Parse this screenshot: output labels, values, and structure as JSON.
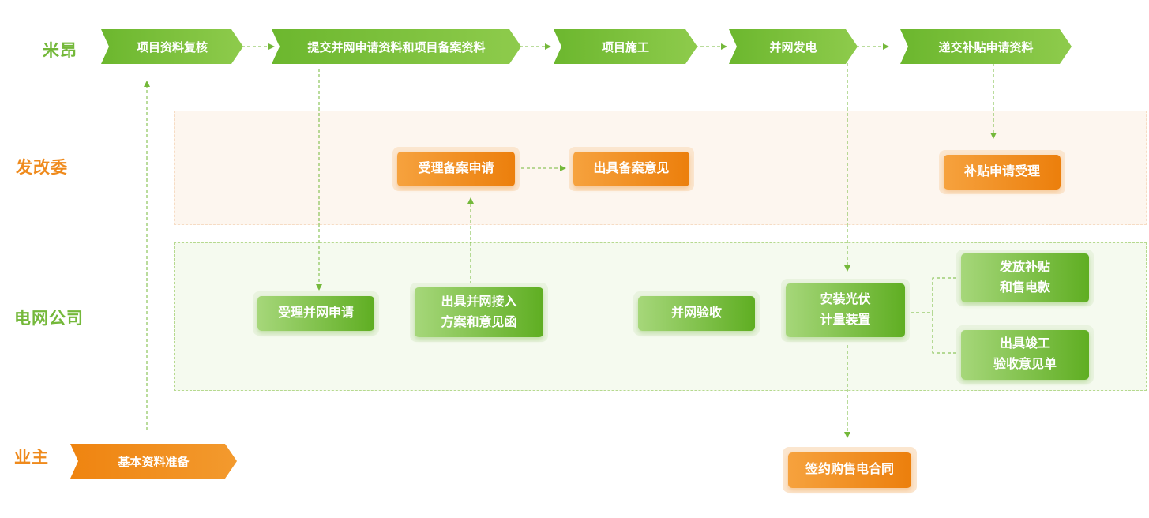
{
  "roles": {
    "mi_ang": "米昂",
    "fgw": "发改委",
    "grid": "电网公司",
    "owner": "业主"
  },
  "top_steps": [
    "项目资料复核",
    "提交并网申请资料和项目备案资料",
    "项目施工",
    "并网发电",
    "递交补贴申请资料"
  ],
  "owner_step": "基本资料准备",
  "fgw_steps": {
    "accept_filing": "受理备案申请",
    "issue_filing_opinion": "出具备案意见",
    "subsidy_accept": "补贴申请受理"
  },
  "grid_steps": {
    "accept_grid_application": "受理并网申请",
    "issue_grid_plan": "出具并网接入\n方案和意见函",
    "grid_acceptance": "并网验收",
    "install_meter": "安装光伏\n计量装置",
    "pay_subsidy": "发放补贴\n和售电款",
    "acceptance_opinion": "出具竣工\n验收意见单"
  },
  "contract_step": "签约购售电合同",
  "colors": {
    "green": "#6cb72e",
    "orange": "#ef8410",
    "fgw_lane_bg": "#fdf6ef",
    "grid_lane_bg": "#f5faef"
  }
}
